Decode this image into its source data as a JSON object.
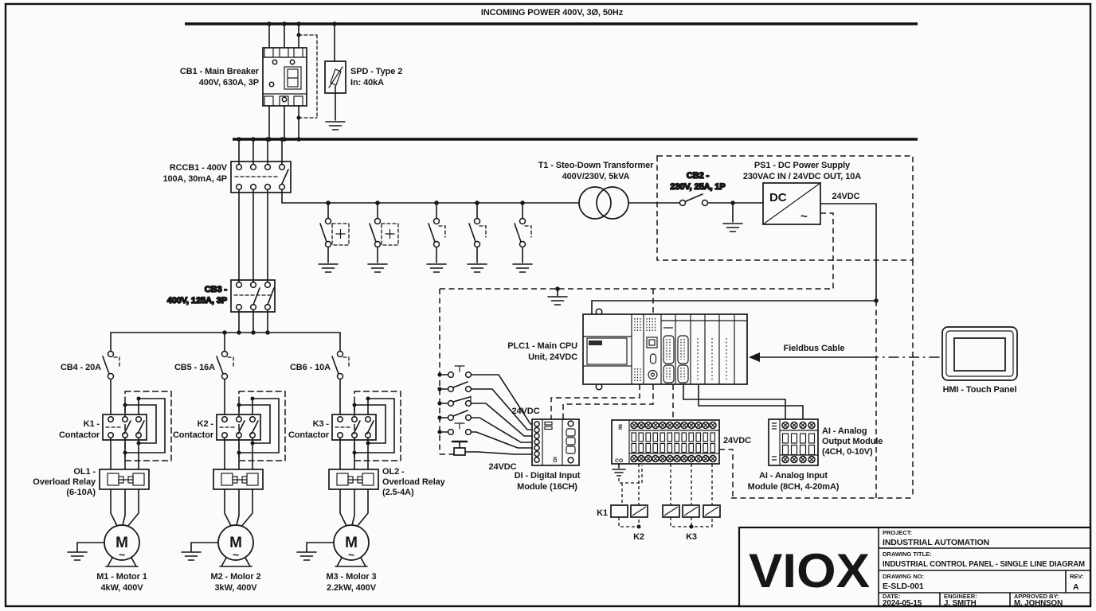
{
  "colors": {
    "ink": "#161616",
    "paper": "#fbfbf9"
  },
  "header": {
    "incoming_power": "INCOMING POWER 400V, 3Ø, 50Hz"
  },
  "components": {
    "cb1": {
      "l1": "CB1 - Main Breaker",
      "l2": "400V, 630A, 3P"
    },
    "spd": {
      "l1": "SPD - Type 2",
      "l2": "In: 40kA"
    },
    "rccb1": {
      "l1": "RCCB1 - 400V",
      "l2": "100A, 30mA, 4P"
    },
    "t1": {
      "l1": "T1 - Steo-Down Transformer",
      "l2": "400V/230V, 5kVA"
    },
    "cb2": {
      "l1": "CB2 -",
      "l2": "230V, 25A, 1P"
    },
    "ps1": {
      "l1": "PS1 - DC Power Supply",
      "l2": "230VAC IN / 24VDC OUT, 10A",
      "dc": "DC",
      "ac": "~",
      "out": "24VDC"
    },
    "cb3": {
      "l1": "CB3 -",
      "l2": "400V, 125A, 3P"
    },
    "branches": [
      {
        "cb": "CB4 - 20A",
        "k1": "K1 -",
        "k2": "Contactor",
        "m1": "M1 - Motor 1",
        "m2": "4kW, 400V"
      },
      {
        "cb": "CB5 - 16A",
        "k1": "K2 -",
        "k2": "Contactor",
        "m1": "M2 - Molor 2",
        "m2": "3kW, 400V"
      },
      {
        "cb": "CB6 - 10A",
        "k1": "K3 -",
        "k2": "Contactor",
        "m1": "M3 - Molor 3",
        "m2": "2.2kW, 400V"
      }
    ],
    "ol1": {
      "l1": "OL1 -",
      "l2": "Overload Relay",
      "l3": "(6-10A)"
    },
    "ol2": {
      "l1": "OL2 -",
      "l2": "Overload Relay",
      "l3": "(2.5-4A)"
    },
    "motor": {
      "letter": "M",
      "wave": "~"
    },
    "plc1": {
      "l1": "PLC1 - Main CPU",
      "l2": "Unit, 24VDC"
    },
    "di": {
      "top": "24VDC",
      "bottom": "24VDC",
      "l1": "DI - Digital Input",
      "l2": "Module (16CH)",
      "side": "DI"
    },
    "tb": {
      "supply": "24VDC",
      "in": "IN",
      "co": "CO"
    },
    "ai_out": {
      "l1": "AI - Analog",
      "l2": "Output Module",
      "l3": "(4CH, 0-10V)"
    },
    "ai_in": {
      "l1": "AI - Analog Input",
      "l2": "Module (8CH, 4-20mA)"
    },
    "relays": {
      "k1": "K1",
      "k2": "K2",
      "k3": "K3"
    },
    "fieldbus": {
      "label": "Fieldbus Cable"
    },
    "hmi": {
      "label": "HMI - Touch Panel"
    }
  },
  "title_block": {
    "logo": "VIOX",
    "project_label": "PROJECT:",
    "project": "INDUSTRIAL AUTOMATION",
    "title_label": "DRAWING TITLE:",
    "title": "INDUSTRIAL CONTROL PANEL - SINGLE LINE DIAGRAM",
    "number_label": "DRAWING NO:",
    "number": "E-SLD-001",
    "rev_label": "REV:",
    "rev": "A",
    "date_label": "DATE:",
    "date": "2024-05-15",
    "engineer_label": "ENGINEER:",
    "engineer": "J. SMITH",
    "approved_label": "APPROVED BY:",
    "approved": "M. JOHNSON"
  }
}
